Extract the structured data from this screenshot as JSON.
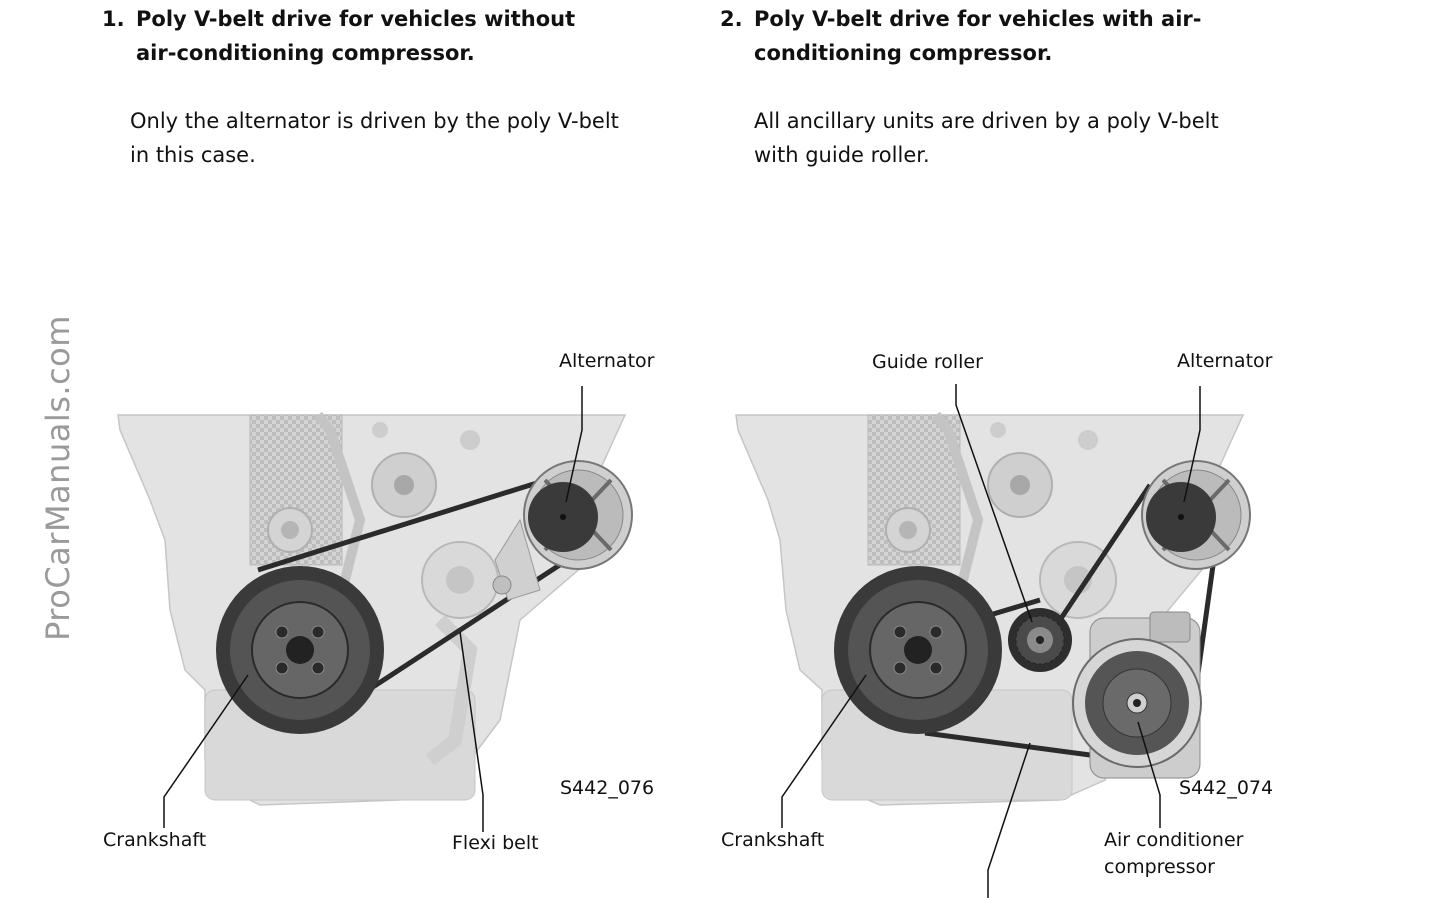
{
  "headings": [
    {
      "number": "1.",
      "text": "Poly V-belt drive for vehicles without air-conditioning compressor."
    },
    {
      "number": "2.",
      "text": "Poly V-belt drive for vehicles with air-conditioning compressor."
    }
  ],
  "paragraphs": [
    "Only the alternator is driven by the poly V-belt in this case.",
    "All ancillary units are driven by a poly V-belt with guide roller."
  ],
  "watermark": "ProCarManuals.com",
  "figure_left": {
    "labels": {
      "alternator": "Alternator",
      "crankshaft": "Crankshaft",
      "flexi_belt": "Flexi belt",
      "ref": "S442_076"
    }
  },
  "figure_right": {
    "labels": {
      "guide_roller": "Guide roller",
      "alternator": "Alternator",
      "crankshaft": "Crankshaft",
      "ac_compressor": "Air conditioner compressor",
      "ref": "S442_074"
    }
  },
  "colors": {
    "engine_block": "#e3e3e3",
    "engine_shade": "#d2d2d2",
    "belt": "#2b2b2b",
    "pulley_dark": "#3a3a3a",
    "watermark": "#9a9a9a"
  }
}
